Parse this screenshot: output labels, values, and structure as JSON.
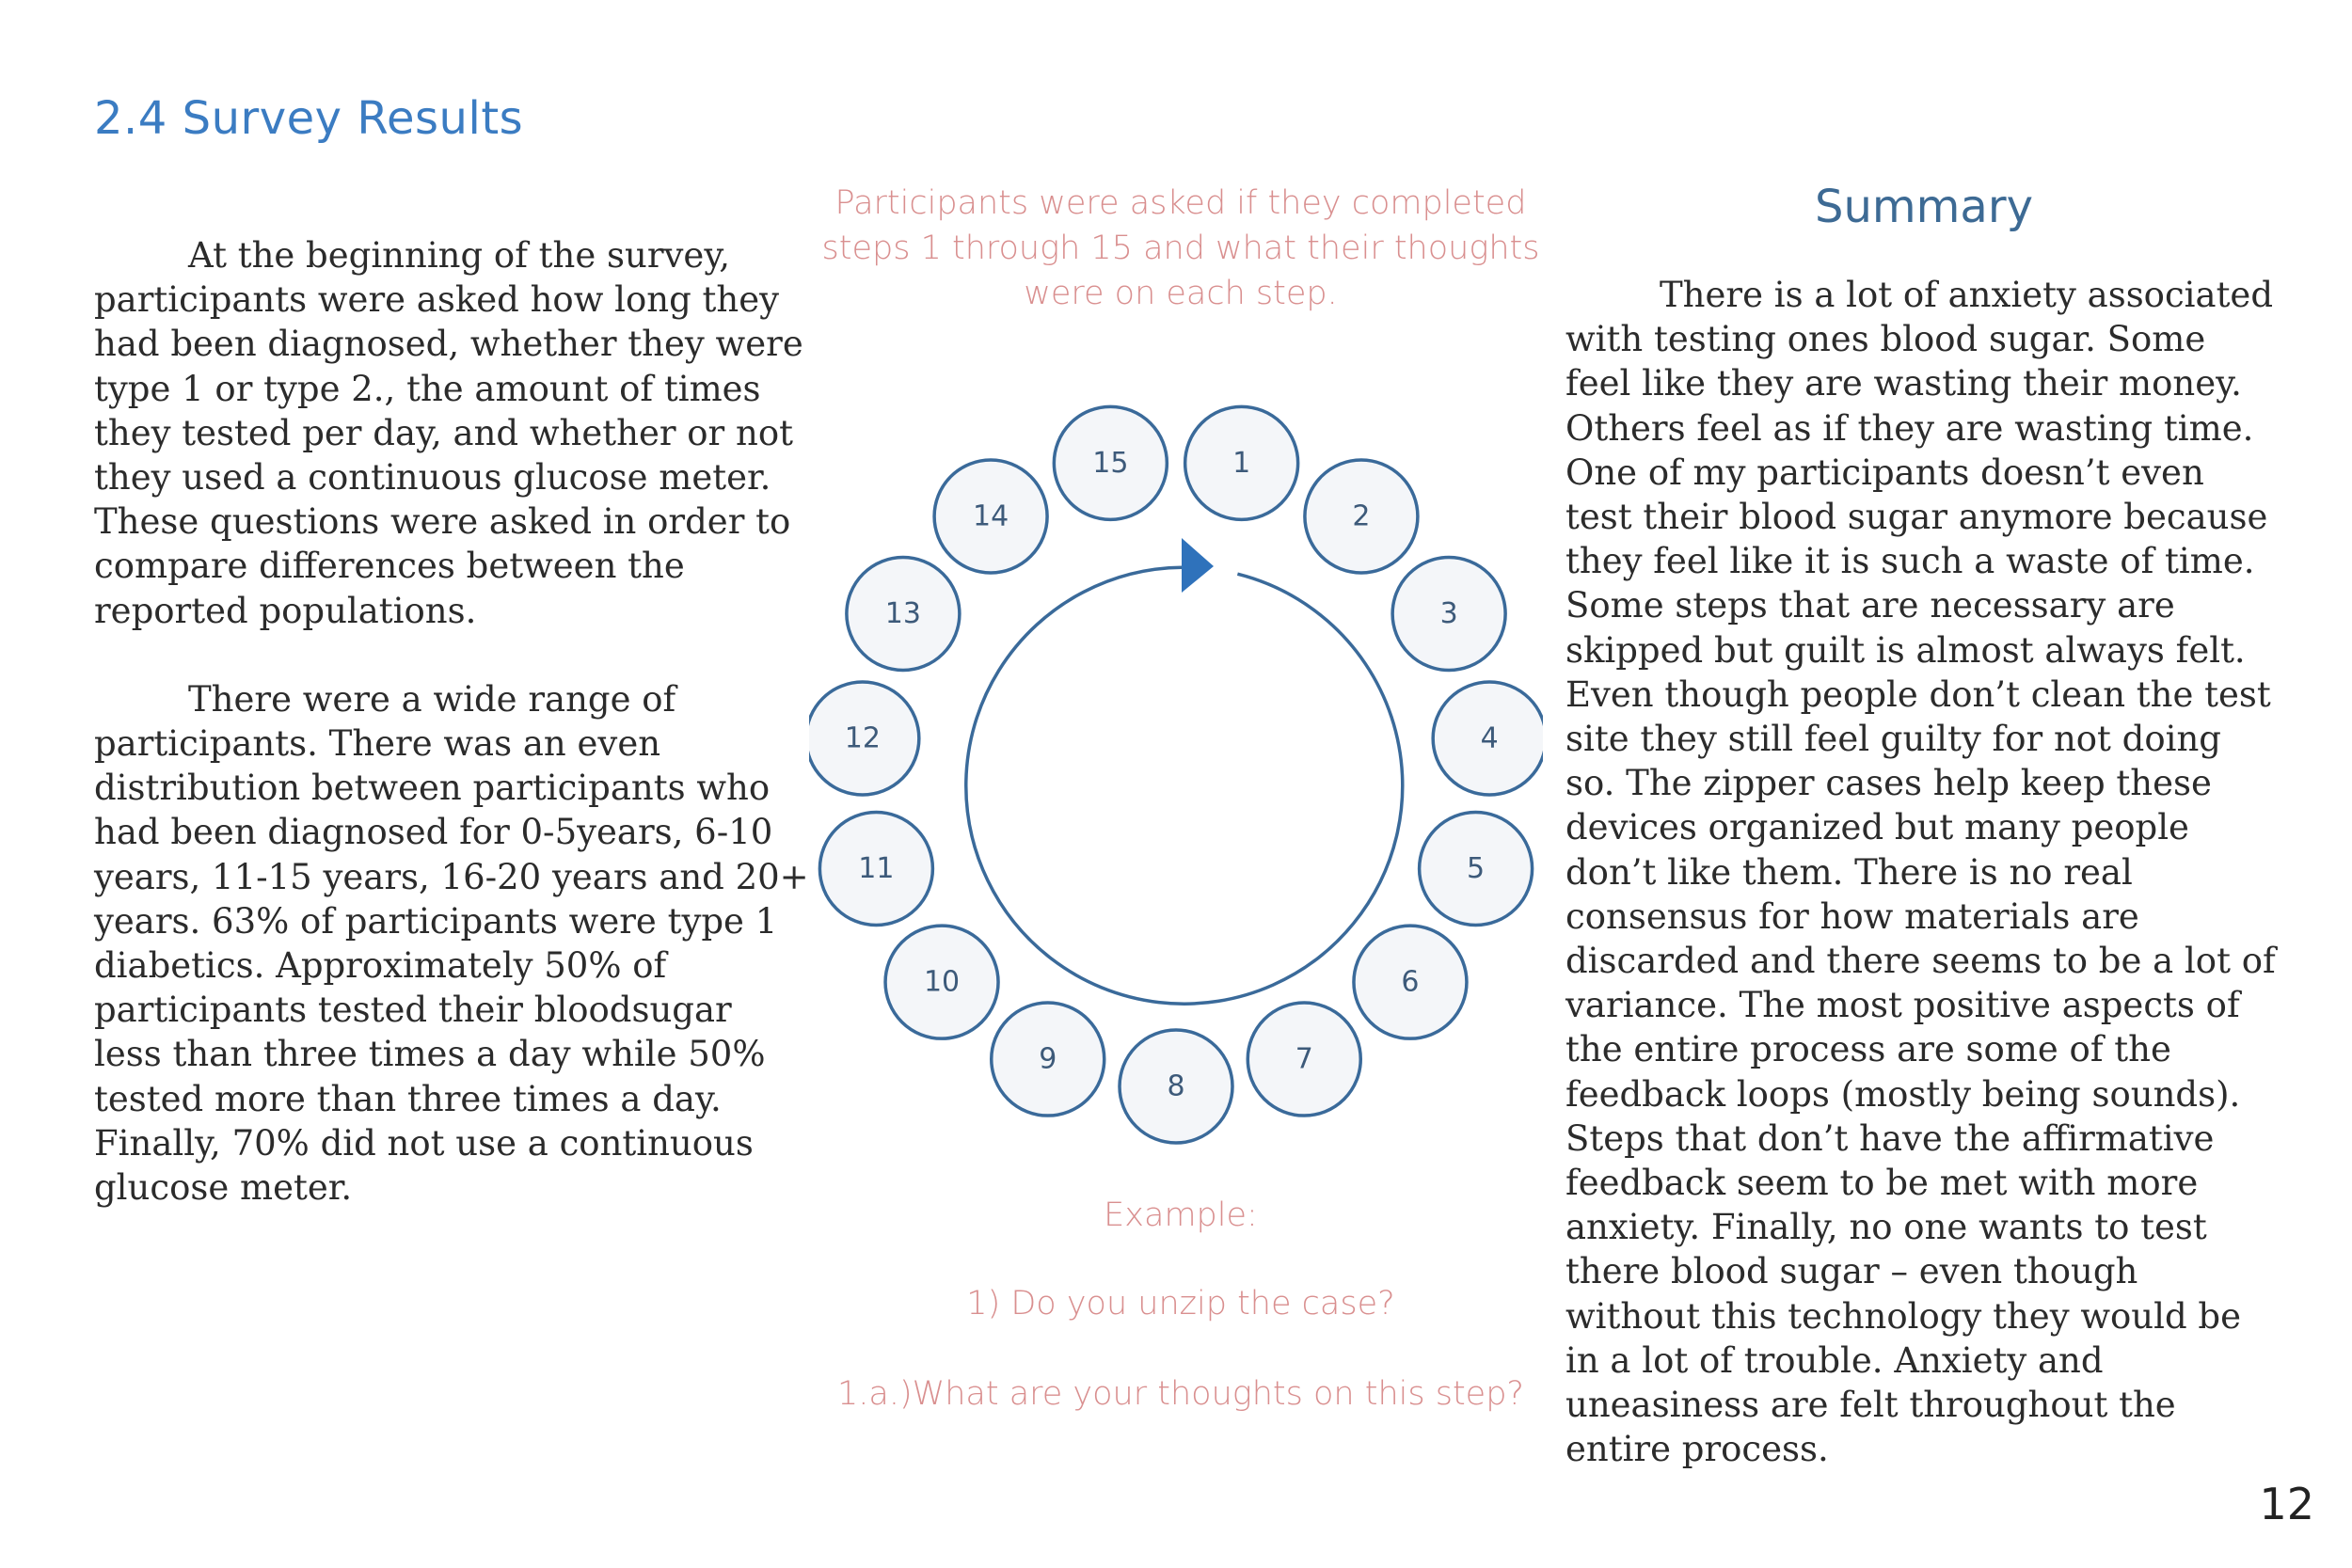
{
  "header": {
    "title": "2.4 Survey Results"
  },
  "left_column": {
    "paragraphs": [
      "At the beginning of the survey, participants were asked how long they had been diagnosed, whether they were type 1 or type 2., the amount of times they tested per day, and whether or not they used a continuous glucose meter. These questions were asked in order to compare differences between the reported populations.",
      "There were a wide range of participants. There was an even distribution between participants who had been diagnosed for 0-5years, 6-10 years, 11-15 years, 16-20 years and 20+ years. 63% of participants were type 1 diabetics. Approximately 50% of participants tested their bloodsugar less than three times a day while 50% tested more than three times a day. Finally, 70% did not use a continuous glucose meter."
    ]
  },
  "diagram": {
    "prompt": "Participants were asked if they completed steps 1 through 15 and what their thoughts were on each step.",
    "steps": [
      "1",
      "2",
      "3",
      "4",
      "5",
      "6",
      "7",
      "8",
      "9",
      "10",
      "11",
      "12",
      "13",
      "14",
      "15"
    ],
    "example_label": "Example:",
    "example_question": "1) Do you unzip the case?",
    "example_followup": "1.a.)What are your thoughts on this step?",
    "colors": {
      "stroke": "#3a6a9a",
      "arrow": "#2f72bb",
      "prompt_text": "#d98f8f"
    }
  },
  "summary": {
    "heading": "Summary",
    "text": "There is a lot of anxiety associated with testing ones blood sugar. Some feel like they are wasting their money. Others feel as if they are wasting time. One of my participants doesn’t even test their blood sugar anymore because they feel like it is such a waste of time. Some steps that are necessary are skipped but guilt is almost always felt. Even though people don’t clean the test site they still feel guilty for not doing so. The zipper cases help keep these devices organized but many people don’t like them. There is no real consensus for how materials are discarded and there seems to be a lot of variance. The most positive aspects of the entire process are some of the feedback loops (mostly being sounds). Steps that don’t have the affirmative feedback seem to be met with more anxiety. Finally, no one wants to test there blood sugar – even though without this technology they would be in a lot of trouble. Anxiety and uneasiness are felt throughout the entire process."
  },
  "footer": {
    "page_number": "12"
  }
}
